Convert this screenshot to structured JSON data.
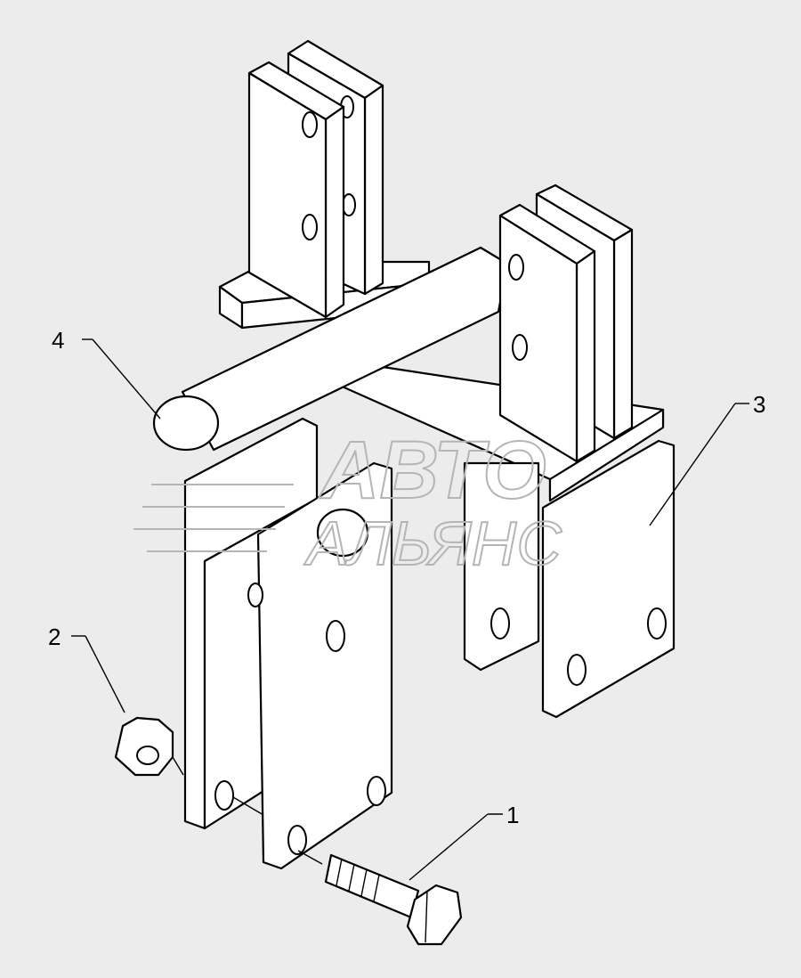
{
  "callouts": {
    "part_1": "1",
    "part_2": "2",
    "part_3": "3",
    "part_4": "4"
  },
  "watermark": {
    "line_1": "АВТО",
    "line_2": "АЛЬЯНС"
  },
  "colors": {
    "background": "#ececec",
    "stroke": "#000000",
    "fill": "#ffffff",
    "watermark": "#b5b5b5"
  }
}
